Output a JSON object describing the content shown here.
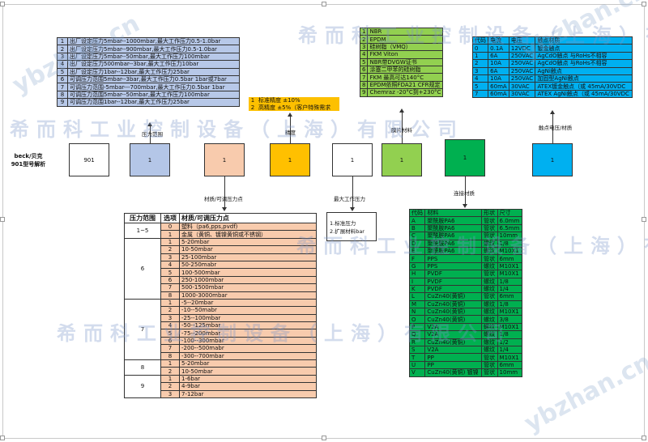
{
  "watermarks": {
    "company": "希而科工业控制设备（上海）有限公司",
    "site": "ybzhan.cn"
  },
  "title_box": {
    "line1": "beck/贝克",
    "line2": "901型号解析"
  },
  "code_boxes": [
    "901",
    "1",
    "1",
    "1",
    "1",
    "1",
    "1",
    "1"
  ],
  "connector_labels": {
    "pressure_range": "压力范围",
    "accuracy": "精度",
    "membrane": "膜片材料",
    "contact": "触点电压/材质",
    "material_point": "材质/可调压力点",
    "max_pressure": "最大工作压力",
    "connection": "连接材质"
  },
  "pressure_range_table": [
    [
      "1",
      "出厂设定压力5mbar--1000mbar,最大工作压力0.5-1.0bar"
    ],
    [
      "2",
      "出厂设定压力5mbar--900mbar,最大工作压力0.5-1.0bar"
    ],
    [
      "3",
      "出厂设定压力5mbar--50mbar,最大工作压力100mbar"
    ],
    [
      "4",
      "出厂设定压力500mbar--3bar,最大工作压力10bar"
    ],
    [
      "5",
      "出厂设定压力1bar--12bar,最大工作压力25bar"
    ],
    [
      "6",
      "可调压力范围5mbar--3bar,最大工作压力0.5bar 1bar或7bar"
    ],
    [
      "7",
      "可调压力范围-5mbar---700mbar,最大工作压力0.5bar 1bar"
    ],
    [
      "8",
      "可调压力范围5mbar--50mbar,最大工作压力100mbar"
    ],
    [
      "9",
      "可调压力范围1bar--12bar,最大工作压力25bar"
    ]
  ],
  "accuracy_table": [
    [
      "1",
      "标准精度 ±10%"
    ],
    [
      "2",
      "高精度 ±5%（客户特殊需求"
    ]
  ],
  "membrane_table": [
    [
      "1",
      "NBR"
    ],
    [
      "2",
      "EPDM"
    ],
    [
      "3",
      "硅树脂（VMQ）"
    ],
    [
      "4",
      "FKM Viton"
    ],
    [
      "5",
      "NBR带DVGW证书"
    ],
    [
      "6",
      "涂塞二甲苯的硅树脂"
    ],
    [
      "7",
      "FKM 最高可达140°C"
    ],
    [
      "8",
      "EPDM依照FDA21 CFR规定"
    ],
    [
      "9",
      "Chemraz -20°C到+230°C"
    ]
  ],
  "contact_table": {
    "headers": [
      "代码",
      "电流",
      "电压",
      "触点材质"
    ],
    "rows": [
      [
        "0",
        "0.1A",
        "12VDC",
        "镀金触点"
      ],
      [
        "1",
        "6A",
        "250VAC",
        "AgCdO触点    与RoHs不相容"
      ],
      [
        "2",
        "10A",
        "250VAC",
        "AgCdO触点    与RoHs不相容"
      ],
      [
        "3",
        "6A",
        "250VAC",
        "AgNi触点"
      ],
      [
        "4",
        "10A",
        "250VAC",
        "加固型AgNi触点"
      ],
      [
        "5",
        "60mA",
        "30VAC",
        "ATEX镀金触点（或 45mA/30VDC"
      ],
      [
        "7",
        "60mA",
        "30VAC",
        "ATEX AgNi触点（或 45mA/30VDC"
      ]
    ]
  },
  "max_pressure_box": {
    "line1": "1.标准压力",
    "line2": "2.扩展材料bar"
  },
  "material_table": {
    "headers": [
      "压力范围",
      "选项",
      "材质/可调压力点"
    ],
    "groups": [
      {
        "range": "1~5",
        "rows": [
          [
            "0",
            "塑料（pa6,pps,pvdf)"
          ],
          [
            "1",
            "金属（黄铜、镀镍黄铜或不锈钢）"
          ]
        ]
      },
      {
        "range": "6",
        "rows": [
          [
            "1",
            "5-20mbar"
          ],
          [
            "2",
            "10-50mbar"
          ],
          [
            "3",
            "25-100mbar"
          ],
          [
            "4",
            "50-250mabr"
          ],
          [
            "5",
            "100-500mbar"
          ],
          [
            "6",
            "250-1000mbar"
          ],
          [
            "7",
            "500-1500mbar"
          ],
          [
            "8",
            "1000-3000mbar"
          ]
        ]
      },
      {
        "range": "7",
        "rows": [
          [
            "1",
            "-5--20mbar"
          ],
          [
            "2",
            "-10--50mabr"
          ],
          [
            "3",
            "-25--100mbar"
          ],
          [
            "4",
            "-50--125mbar"
          ],
          [
            "5",
            "-75--200mbar"
          ],
          [
            "6",
            "-100--300mbar"
          ],
          [
            "7",
            "-200--500mabr"
          ],
          [
            "8",
            "-300--700mbar"
          ]
        ]
      },
      {
        "range": "8",
        "rows": [
          [
            "1",
            "5-20mbar"
          ],
          [
            "2",
            "10-50mbar"
          ]
        ]
      },
      {
        "range": "9",
        "rows": [
          [
            "1",
            "1-6bar"
          ],
          [
            "2",
            "4-9bar"
          ],
          [
            "3",
            "7-12bar"
          ]
        ]
      }
    ]
  },
  "connection_table": {
    "headers": [
      "代码",
      "材料",
      "形状",
      "尺寸"
    ],
    "rows": [
      [
        "A",
        "聚酰胺PA6",
        "管状",
        "6.0mm"
      ],
      [
        "B",
        "聚酰胺PA6",
        "管状",
        "6.5mm"
      ],
      [
        "C",
        "聚酰胺PA6",
        "管状",
        "10mm"
      ],
      [
        "D",
        "聚酰胺PA6",
        "螺纹",
        "1/8"
      ],
      [
        "E",
        "聚酰胺PA6",
        "螺纹",
        "M10X1"
      ],
      [
        "F",
        "PPS",
        "管状",
        "6mm"
      ],
      [
        "G",
        "PPS",
        "螺纹",
        "M10X1"
      ],
      [
        "H",
        "PVDF",
        "管状",
        "M10X1"
      ],
      [
        "I",
        "PVDF",
        "螺纹",
        "1/8"
      ],
      [
        "K",
        "PVDF",
        "螺纹",
        "1/4"
      ],
      [
        "L",
        "CuZn40(黄铜)",
        "管状",
        "6mm"
      ],
      [
        "M",
        "CuZn40(黄铜)",
        "螺纹",
        "1/8"
      ],
      [
        "N",
        "CuZn40(黄铜)",
        "螺纹",
        "M10X1"
      ],
      [
        "O",
        "CuZn40(黄铜)",
        "螺纹",
        "3/8"
      ],
      [
        "P",
        "V2A",
        "螺纹",
        "M10X1"
      ],
      [
        "Q",
        "V2A",
        "螺纹",
        "1/8"
      ],
      [
        "R",
        "CuZn40(黄铜)",
        "螺纹",
        "1/2"
      ],
      [
        "S",
        "V2A",
        "螺纹",
        "1/4"
      ],
      [
        "T",
        "PP",
        "管状",
        "M10X1"
      ],
      [
        "U",
        "PP",
        "管状",
        "6mm"
      ],
      [
        "V",
        "CuZn40(黄铜) 镀镍",
        "管状",
        "10mm"
      ]
    ]
  }
}
